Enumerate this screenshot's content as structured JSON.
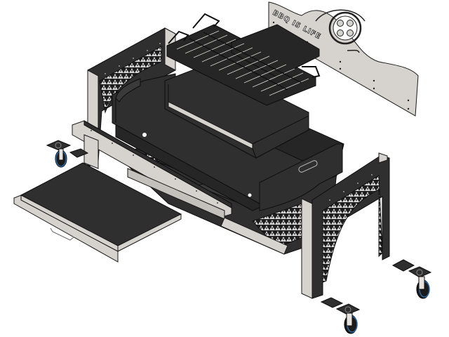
{
  "scene": {
    "title": "BBQ grill exploded assembly view",
    "background": "#ffffff",
    "colors": {
      "dark_sheet": "#2f2f2f",
      "light_sheet": "#d6d2cd",
      "wheel_accent": "#2c6aa6"
    }
  },
  "backplate": {
    "engraving": "BBQ IS LIFE"
  },
  "components": [
    {
      "name": "cooking-grate",
      "label": "Cooking grate"
    },
    {
      "name": "firebox",
      "label": "Firebox"
    },
    {
      "name": "base-tray",
      "label": "Base tray"
    },
    {
      "name": "back-plate",
      "label": "Back plate"
    },
    {
      "name": "left-leg-frame",
      "label": "Left leg frame"
    },
    {
      "name": "right-leg-frame",
      "label": "Right leg frame"
    },
    {
      "name": "side-rail",
      "label": "Side rail"
    },
    {
      "name": "ash-drawer",
      "label": "Ash drawer"
    },
    {
      "name": "caster-wheel",
      "label": "Caster wheel",
      "count": 3
    }
  ]
}
